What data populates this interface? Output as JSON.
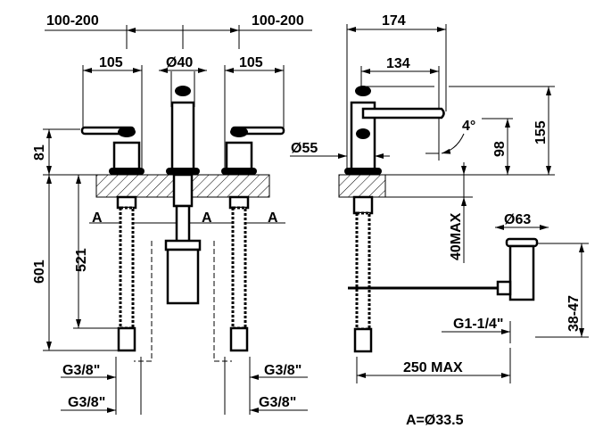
{
  "front_view": {
    "spacing_left": "100-200",
    "spacing_right": "100-200",
    "handle_left_width": "105",
    "handle_right_width": "105",
    "spout_diameter": "Ø40",
    "height_above_deck": "81",
    "total_length": "601",
    "hose_length": "521",
    "section_mark_1": "A",
    "section_mark_2": "A",
    "section_mark_3": "A",
    "thread_upper_left": "G3/8\"",
    "thread_upper_right": "G3/8\"",
    "thread_lower_left": "G3/8\"",
    "thread_lower_right": "G3/8\""
  },
  "side_view": {
    "overall_depth": "174",
    "spout_reach": "134",
    "spout_angle": "4°",
    "base_diameter": "Ø55",
    "spout_height": "98",
    "total_height": "155",
    "deck_thickness": "40MAX",
    "waste_diameter": "Ø63",
    "waste_thread": "G1-1/4\"",
    "waste_height": "38-47",
    "rod_length": "250 MAX"
  },
  "note": "A=Ø33.5"
}
